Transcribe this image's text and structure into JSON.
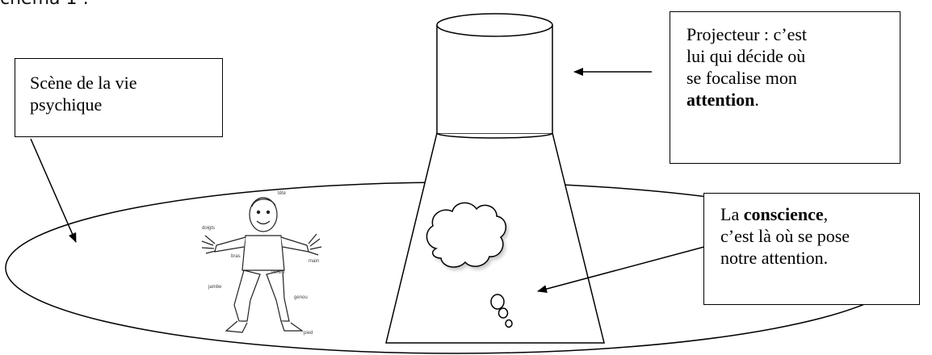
{
  "heading": "chéma 1 :",
  "scene_box": {
    "line1": "Scène de la vie",
    "line2": "psychique"
  },
  "projector_box": {
    "line1": "Projecteur : c’est",
    "line2": "lui qui décide où",
    "line3": "se focalise mon",
    "line4_bold": "attention",
    "line4_rest": "."
  },
  "conscience_box": {
    "line1_pre": "La ",
    "line1_bold": "conscience",
    "line1_post": ",",
    "line2": "c’est là où se pose",
    "line3": "notre attention."
  },
  "body_labels": {
    "head": "tête",
    "fingers": "doigts",
    "arm": "bras",
    "hand": "main",
    "belly": "ventre",
    "leg": "jambe",
    "knee": "genou",
    "foot": "pied"
  },
  "colors": {
    "stroke": "#000000",
    "background": "#ffffff"
  }
}
